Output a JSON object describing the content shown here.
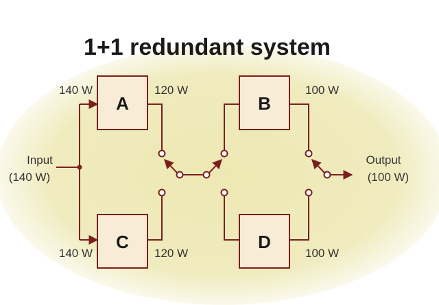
{
  "title": "1+1 redundant system",
  "colors": {
    "wire": "#7a1f1f",
    "box_fill": "#f8ecd6",
    "background_glow": "#ede8b3"
  },
  "units": {
    "A": {
      "label": "A",
      "input_power": "140 W",
      "output_power": "120 W"
    },
    "B": {
      "label": "B",
      "output_power": "100 W"
    },
    "C": {
      "label": "C",
      "input_power": "140 W",
      "output_power": "120 W"
    },
    "D": {
      "label": "D",
      "output_power": "100 W"
    }
  },
  "input": {
    "line1": "Input",
    "line2": "(140 W)"
  },
  "output": {
    "line1": "Output",
    "line2": "(100 W)"
  }
}
